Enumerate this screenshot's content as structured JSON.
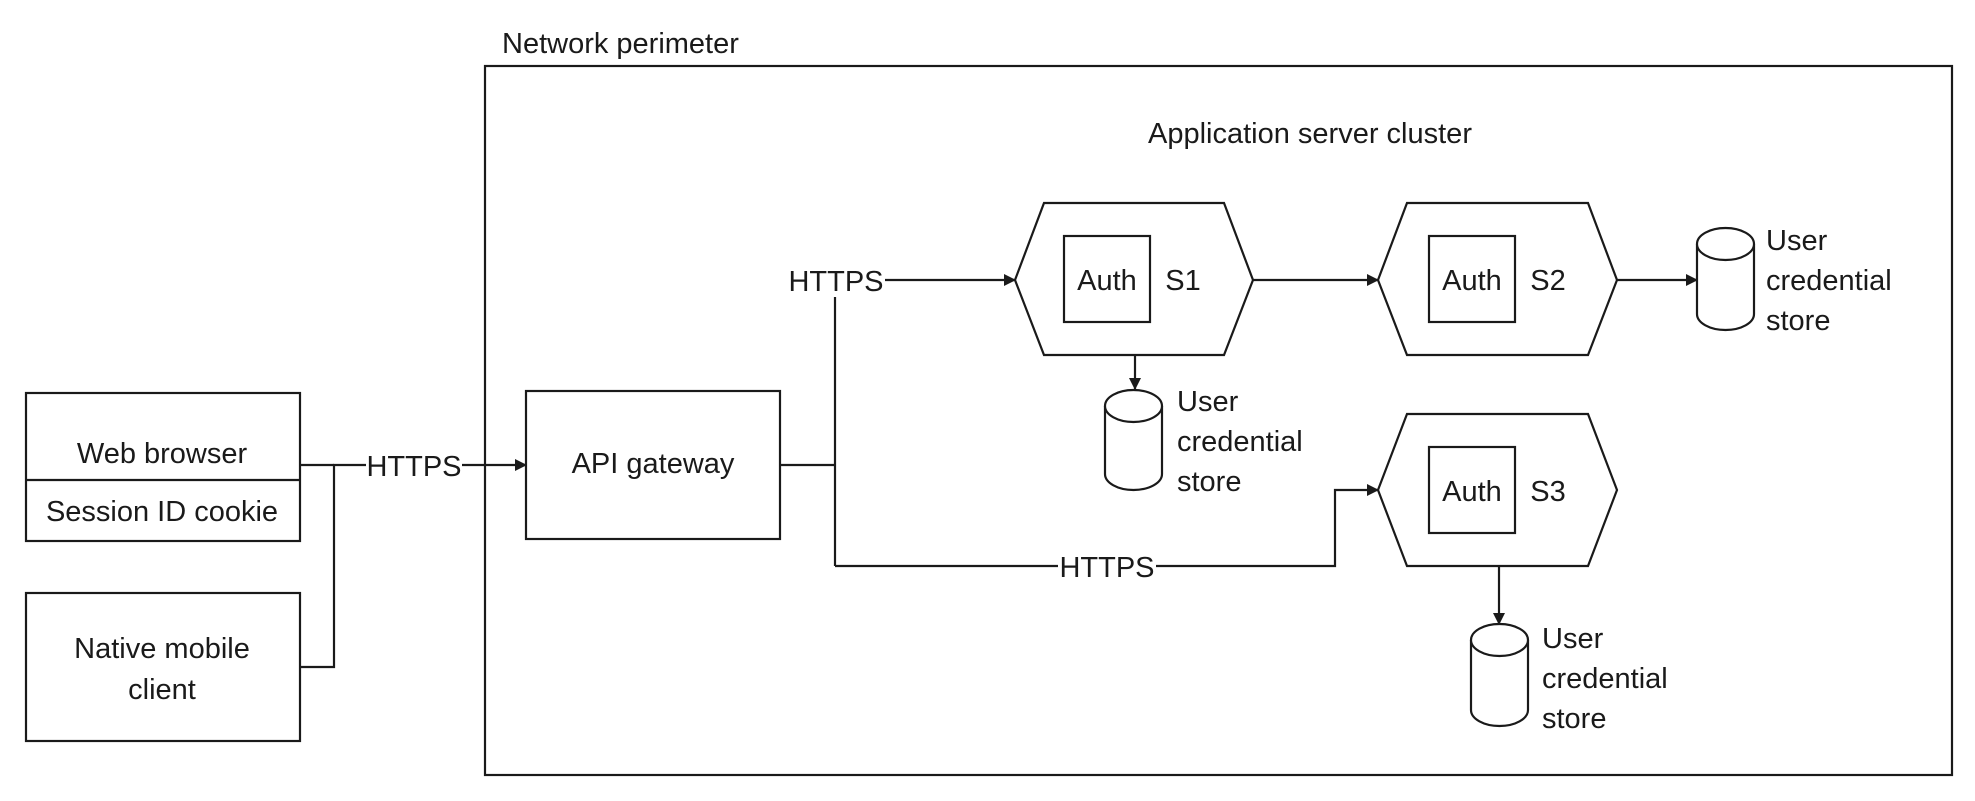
{
  "perimeter_label": "Network perimeter",
  "cluster_label": "Application server cluster",
  "clients": {
    "web_browser": "Web browser",
    "session_cookie": "Session ID cookie",
    "native_mobile_line1": "Native mobile",
    "native_mobile_line2": "client"
  },
  "gateway_label": "API gateway",
  "protocol_label": "HTTPS",
  "auth_label": "Auth",
  "servers": [
    "S1",
    "S2",
    "S3"
  ],
  "credential_store": {
    "line1": "User",
    "line2": "credential",
    "line3": "store"
  },
  "colors": {
    "stroke": "#1a1a1a",
    "background": "#ffffff"
  }
}
